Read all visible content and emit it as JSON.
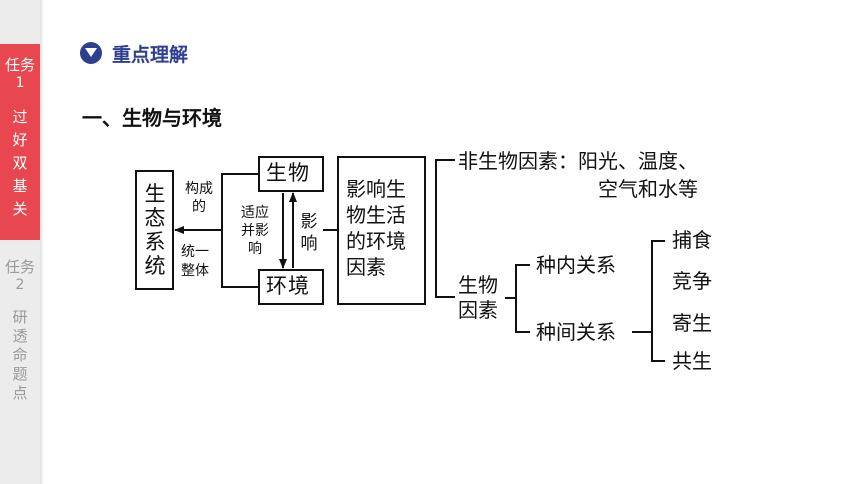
{
  "sidebar": {
    "tasks": [
      {
        "title": "任务",
        "number": "1",
        "label": "过好双基关",
        "active": true
      },
      {
        "title": "任务",
        "number": "2",
        "label": "研透命题点",
        "active": false
      }
    ],
    "colors": {
      "active_bg": "#e8474f",
      "inactive_text": "#9a9a9a"
    }
  },
  "heading": {
    "icon": "chevron-down-circle-icon",
    "text": "重点理解",
    "color": "#2e3f8f"
  },
  "section_title": "一、生物与环境",
  "diagram": {
    "ecosystem": "生态系统",
    "compose": "构成的",
    "unify": "统一整体",
    "organism": "生物",
    "environment": "环境",
    "adapt": "适应并影响",
    "influence": "影响",
    "factors_box": "影响生物生活的环境因素",
    "abiotic_line1": "非生物因素：阳光、温度、",
    "abiotic_line2": "空气和水等",
    "biotic_line1": "生物",
    "biotic_line2": "因素",
    "intra": "种内关系",
    "inter": "种间关系",
    "rel_prey": "捕食",
    "rel_compete": "竞争",
    "rel_parasite": "寄生",
    "rel_mutual": "共生"
  }
}
